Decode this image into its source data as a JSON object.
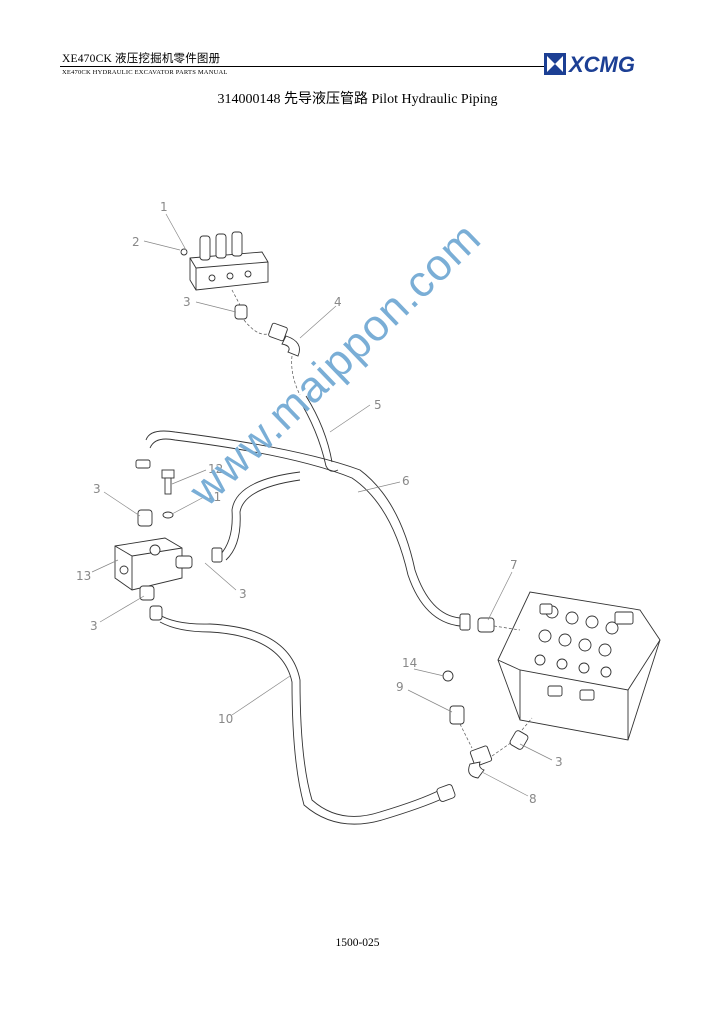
{
  "header": {
    "title": "XE470CK  液压挖掘机零件图册",
    "subtitle": "XE470CK HYDRAULIC EXCAVATOR PARTS MANUAL",
    "logo_text": "XCMG",
    "logo_color": "#1c3f94"
  },
  "document": {
    "title": "314000148 先导液压管路 Pilot Hydraulic Piping",
    "page_number": "1500-025"
  },
  "callouts": [
    "1",
    "2",
    "3",
    "4",
    "5",
    "12",
    "3",
    "11",
    "6",
    "13",
    "3",
    "3",
    "7",
    "14",
    "9",
    "10",
    "3",
    "8"
  ],
  "watermark": {
    "text": "www.maippon.com",
    "color": "#7aaed6"
  }
}
